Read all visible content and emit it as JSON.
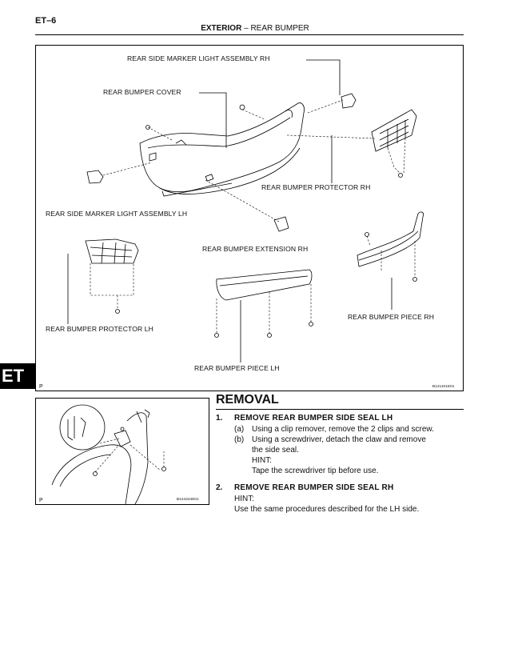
{
  "header": {
    "page_id": "ET–6",
    "section": "EXTERIOR",
    "separator": "–",
    "subsection": "REAR BUMPER"
  },
  "side_tab": "ET",
  "main_figure": {
    "labels": {
      "marker_rh": "REAR SIDE MARKER LIGHT ASSEMBLY RH",
      "bumper_cover": "REAR BUMPER COVER",
      "protector_rh": "REAR BUMPER PROTECTOR RH",
      "marker_lh": "REAR SIDE MARKER LIGHT ASSEMBLY LH",
      "extension_rh": "REAR BUMPER EXTENSION RH",
      "piece_rh": "REAR BUMPER PIECE RH",
      "protector_lh": "REAR BUMPER PROTECTOR LH",
      "piece_lh": "REAR BUMPER PIECE LH"
    },
    "corner_mark": "P",
    "code": "B121101E01"
  },
  "small_figure": {
    "corner_mark": "P",
    "code": "B124224E01"
  },
  "procedure": {
    "heading": "REMOVAL",
    "steps": [
      {
        "number": "1.",
        "title": "REMOVE REAR BUMPER SIDE SEAL LH",
        "sub": [
          {
            "mark": "(a)",
            "text": "Using a clip remover, remove the 2 clips and screw."
          },
          {
            "mark": "(b)",
            "text": "Using a screwdriver, detach the claw and remove"
          }
        ],
        "continued": "the side seal.",
        "hint_label": "HINT:",
        "hint_text": "Tape the screwdriver tip before use."
      },
      {
        "number": "2.",
        "title": "REMOVE REAR BUMPER SIDE SEAL RH",
        "hint_label": "HINT:",
        "hint_text": "Use the same procedures described for the LH side."
      }
    ]
  }
}
